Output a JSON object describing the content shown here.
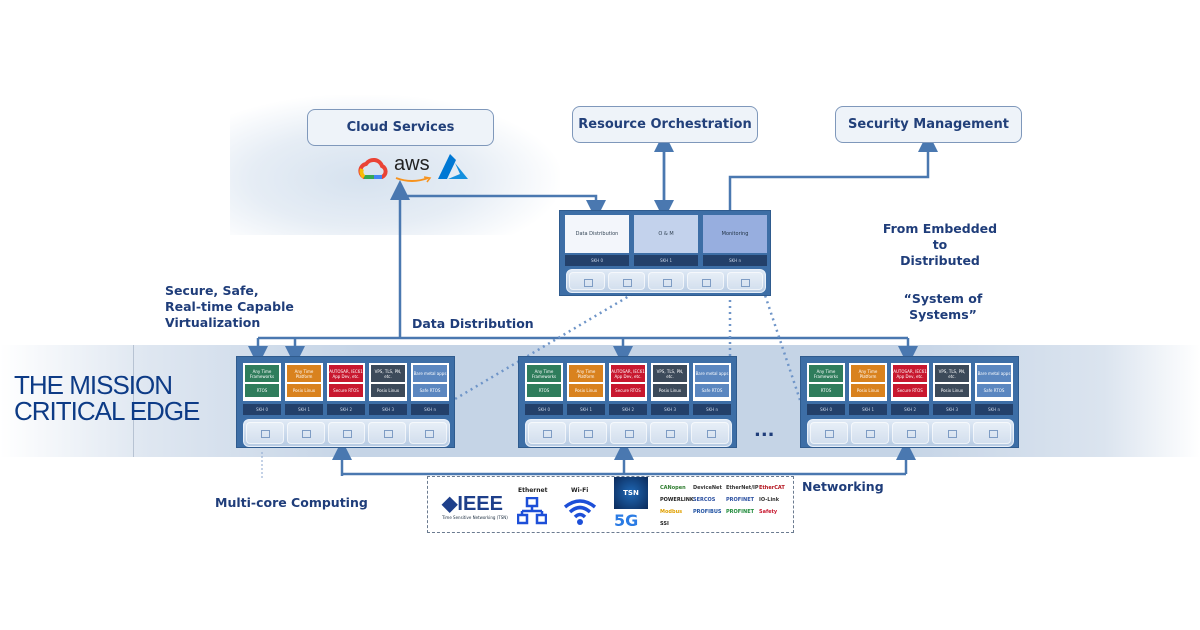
{
  "title": {
    "line1": "THE MISSION",
    "line2": "CRITICAL EDGE"
  },
  "top_services": {
    "cloud": "Cloud Services",
    "orchestration": "Resource Orchestration",
    "security": "Security Management"
  },
  "cloud_logos": [
    "google-cloud",
    "aws",
    "azure"
  ],
  "aws_text": "aws",
  "labels": {
    "virtualization": [
      "Secure, Safe,",
      "Real-time Capable",
      "Virtualization"
    ],
    "data_distribution": "Data Distribution",
    "from_embedded": [
      "From Embedded",
      "to",
      "Distributed"
    ],
    "system_of_systems": "“System of Systems”",
    "multicore": "Multi-core Computing",
    "networking": "Networking",
    "ellipsis": "..."
  },
  "central_node": {
    "vms": [
      "Data Distribution",
      "O & M",
      "Monitoring"
    ],
    "sw": [
      "SKH 0",
      "SKH 1",
      "SKH n"
    ]
  },
  "edge_node": {
    "vms": [
      {
        "top": "Any Time Frameworks",
        "bottom": "RTOS",
        "color": "#2f7d5c"
      },
      {
        "top": "Any Time Platform",
        "bottom": "Posix Linux",
        "color": "#d9821e"
      },
      {
        "top": "AUTOSAR, IEC61 App Dev, etc.",
        "bottom": "Secure RTOS",
        "color": "#c8182f"
      },
      {
        "top": "VPS, TLS, PN, etc.",
        "bottom": "Posix Linux",
        "color": "#3c4a5a"
      },
      {
        "top": "Bare metal apps",
        "bottom": "Safe RTOS",
        "color": "#5b87c0"
      }
    ],
    "sw": [
      "SKH 0",
      "SKH 1",
      "SKH 2",
      "SKH 3",
      "SKH n"
    ]
  },
  "protocols": {
    "ieee": "IEEE",
    "ieee_sub": "Time Sensitive Networking (TSN)",
    "ethernet": "Ethernet",
    "wifi": "Wi-Fi",
    "tsn": "TSN",
    "5g": "5G",
    "fieldbus": [
      "CANopen",
      "DeviceNet",
      "EtherNet/IP",
      "EtherCAT",
      "POWERLINK",
      "SERCOS",
      "PROFINET",
      "IO-Link",
      "Modbus",
      "PROFIBUS",
      "PROFINET",
      "Safety",
      "SSI"
    ]
  },
  "colors": {
    "accent": "#3d6ea6",
    "text": "#1f3d7a",
    "arrow": "#4a78b0"
  }
}
